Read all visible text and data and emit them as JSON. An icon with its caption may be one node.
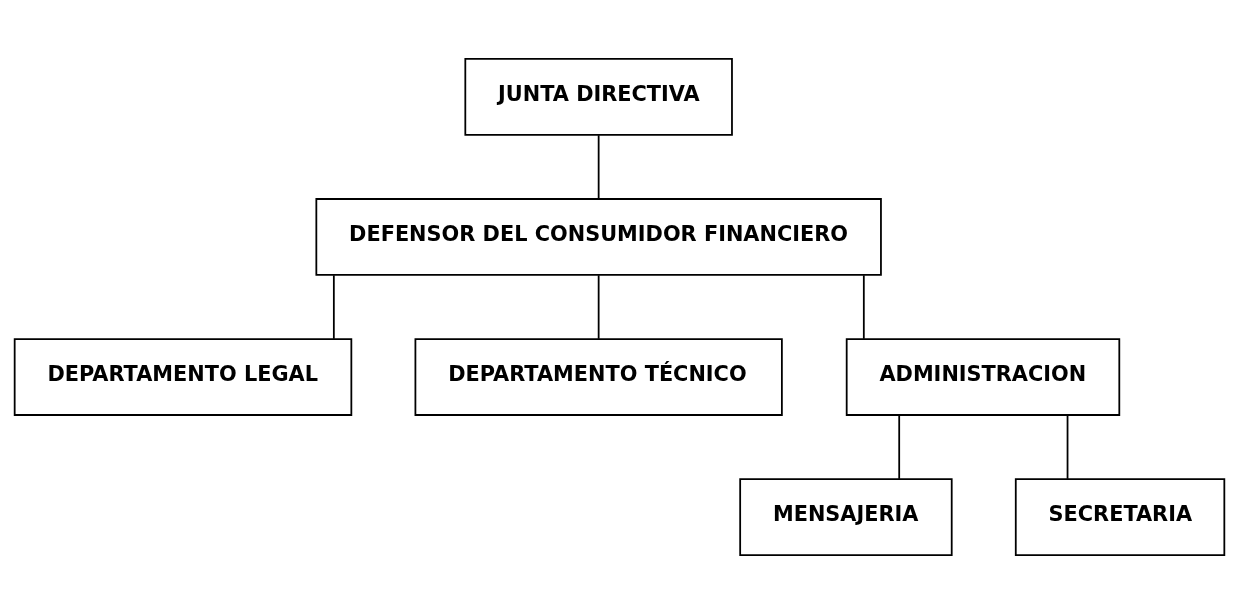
{
  "diagram": {
    "nodes": [
      {
        "text": [
          "JUNTA DIRECTIVA"
        ]
      },
      {
        "text": [
          "DEFENSOR DEL CONSUMIDOR FINANCIERO"
        ]
      },
      {
        "text": [
          "DEPARTAMENTO LEGAL"
        ]
      },
      {
        "text": [
          "DEPARTAMENTO TÉCNICO"
        ]
      },
      {
        "text": [
          "ADMINISTRACION"
        ]
      },
      {
        "text": [
          "MENSAJERIA"
        ]
      },
      {
        "text": [
          "SECRETARIA"
        ]
      }
    ],
    "edges": [
      {
        "from": 0,
        "to": 1,
        "arrow": "none"
      },
      {
        "from": 1,
        "to": 2,
        "arrow": "none"
      },
      {
        "from": 1,
        "to": 3,
        "arrow": "none"
      },
      {
        "from": 1,
        "to": 4,
        "arrow": "none"
      },
      {
        "from": 4,
        "to": 5,
        "arrow": "none"
      },
      {
        "from": 4,
        "to": 6,
        "arrow": "none"
      }
    ]
  }
}
